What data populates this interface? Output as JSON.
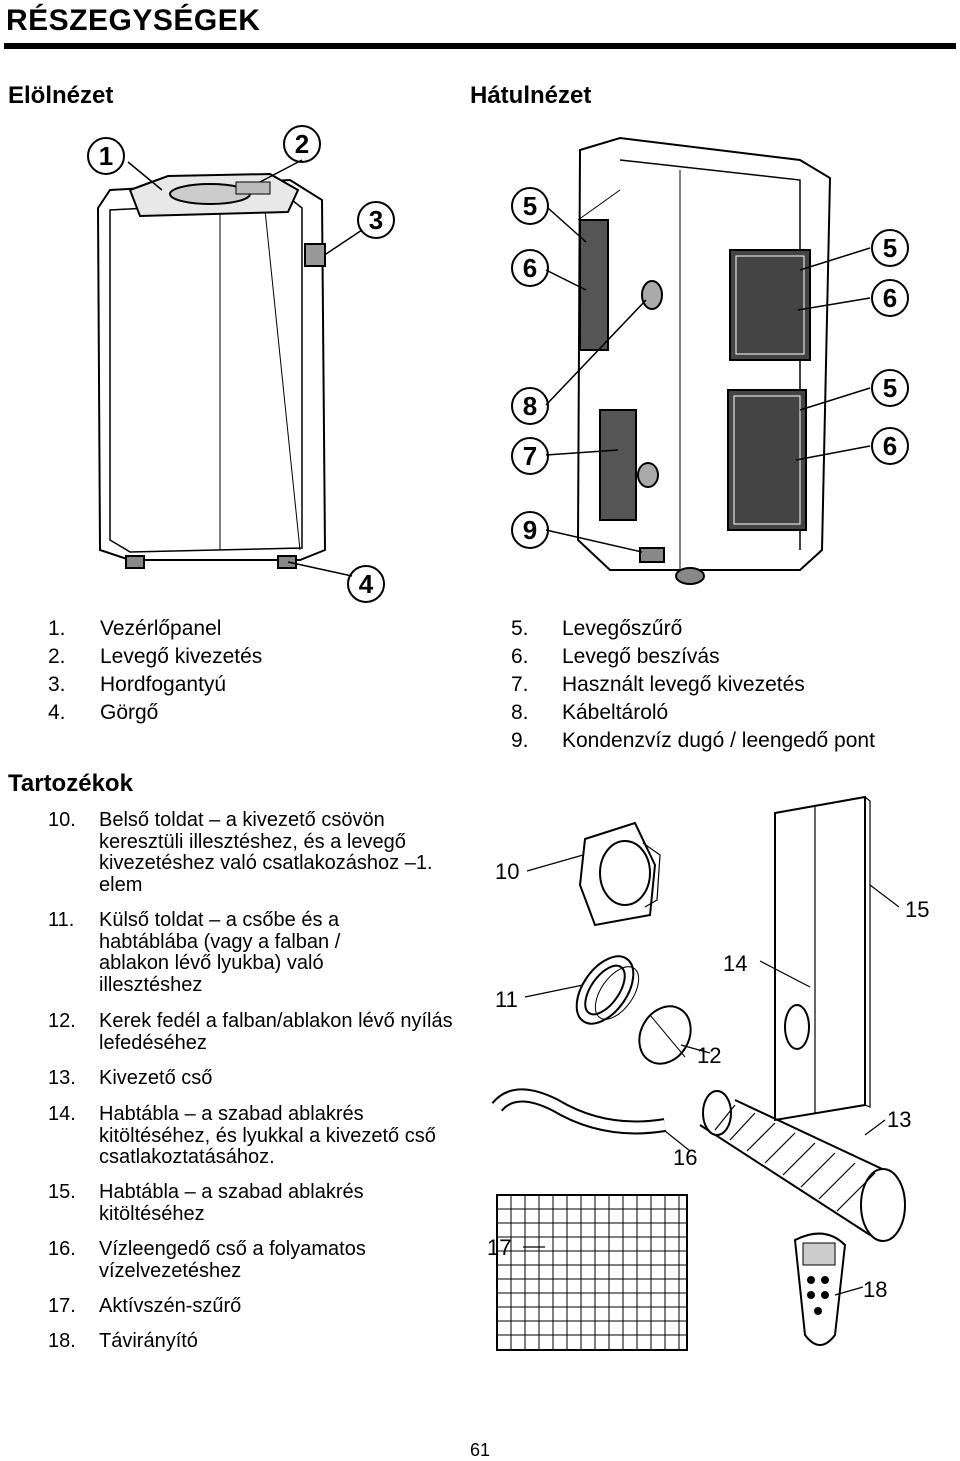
{
  "section_title": "RÉSZEGYSÉGEK",
  "front_view": {
    "heading": "Elölnézet",
    "callouts": [
      "1",
      "2",
      "3",
      "4"
    ],
    "items": [
      {
        "num": "1.",
        "label": "Vezérlőpanel"
      },
      {
        "num": "2.",
        "label": "Levegő kivezetés"
      },
      {
        "num": "3.",
        "label": "Hordfogantyú"
      },
      {
        "num": "4.",
        "label": "Görgő"
      }
    ]
  },
  "rear_view": {
    "heading": "Hátulnézet",
    "callouts": [
      "5",
      "6",
      "8",
      "7",
      "9",
      "5",
      "6",
      "5",
      "6"
    ],
    "items": [
      {
        "num": "5.",
        "label": "Levegőszűrő"
      },
      {
        "num": "6.",
        "label": "Levegő beszívás"
      },
      {
        "num": "7.",
        "label": "Használt levegő kivezetés"
      },
      {
        "num": "8.",
        "label": "Kábeltároló"
      },
      {
        "num": "9.",
        "label": "Kondenzvíz dugó / leengedő pont"
      }
    ]
  },
  "accessories": {
    "heading": "Tartozékok",
    "callouts": [
      "10",
      "11",
      "12",
      "13",
      "14",
      "15",
      "16",
      "17",
      "18"
    ],
    "items": [
      {
        "num": "10.",
        "label": "Belső toldat – a kivezető csövön keresztüli illesztéshez, és a levegő kivezetéshez való csatlakozáshoz –1. elem"
      },
      {
        "num": "11.",
        "label": "Külső toldat – a csőbe és a habtáblába (vagy a falban / ablakon lévő lyukba) való illesztéshez"
      },
      {
        "num": "12.",
        "label": "Kerek fedél a falban/ablakon lévő nyílás lefedéséhez"
      },
      {
        "num": "13.",
        "label": "Kivezető cső"
      },
      {
        "num": "14.",
        "label": "Habtábla – a szabad ablakrés kitöltéséhez, és lyukkal a kivezető cső csatlakoztatásához."
      },
      {
        "num": "15.",
        "label": "Habtábla – a szabad ablakrés kitöltéséhez"
      },
      {
        "num": "16.",
        "label": "Vízleengedő cső a folyamatos vízelvezetéshez"
      },
      {
        "num": "17.",
        "label": "Aktívszén-szűrő"
      },
      {
        "num": "18.",
        "label": "Távirányító"
      }
    ]
  },
  "page_number": "61"
}
